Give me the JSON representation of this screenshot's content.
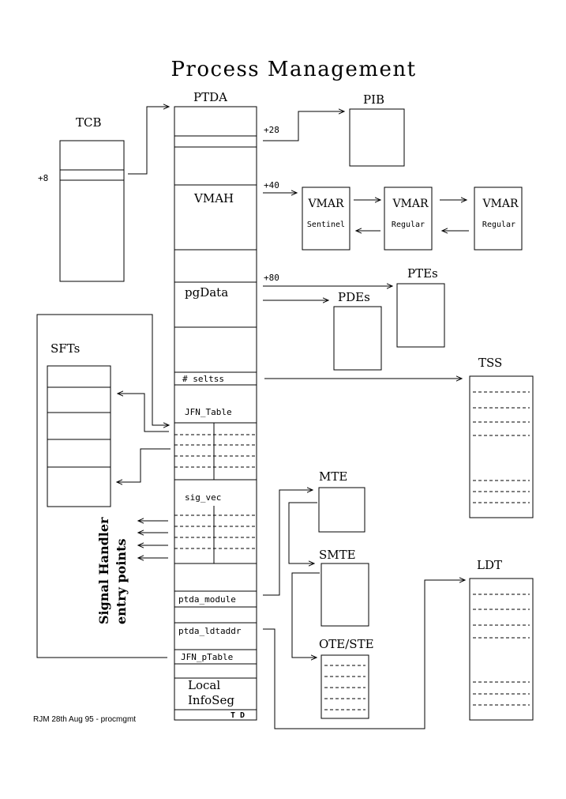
{
  "title": "Process Management",
  "labels": {
    "tcb": "TCB",
    "ptda": "PTDA",
    "pib": "PIB",
    "ptes": "PTEs",
    "pdes": "PDEs",
    "sfts": "SFTs",
    "tss": "TSS",
    "mte": "MTE",
    "smte": "SMTE",
    "ote_ste": "OTE/STE",
    "ldt": "LDT",
    "signal_line1": "Signal Handler",
    "signal_line2": "entry points"
  },
  "offsets": {
    "tcb_plus8": "+8",
    "plus28": "+28",
    "plus40": "+40",
    "plus80": "+80"
  },
  "ptda_fields": {
    "vmah": "VMAH",
    "pgdata": "pgData",
    "seltss": "# seltss",
    "jfn_table": "JFN_Table",
    "sig_vec": "sig_vec",
    "ptda_module": "ptda_module",
    "ptda_ldtaddr": "ptda_ldtaddr",
    "jfn_ptable": "JFN_pTable",
    "local_infoseg_1": "Local",
    "local_infoseg_2": "InfoSeg",
    "td": "T D"
  },
  "vmar": [
    {
      "name": "VMAR",
      "kind": "Sentinel"
    },
    {
      "name": "VMAR",
      "kind": "Regular"
    },
    {
      "name": "VMAR",
      "kind": "Regular"
    }
  ],
  "footer": "RJM 28th Aug 95 - procmgmt"
}
